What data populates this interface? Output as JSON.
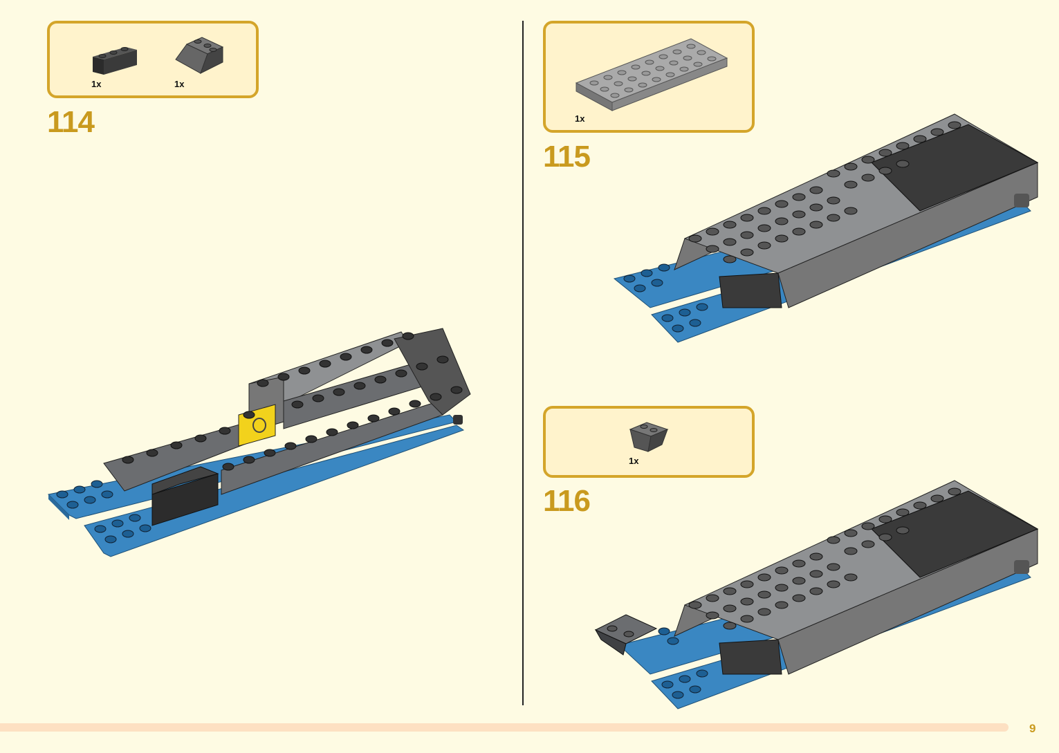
{
  "steps": [
    {
      "number": "114",
      "parts": [
        {
          "qty": "1x",
          "icon": "dark-gray-brick-1x3-icon"
        },
        {
          "qty": "1x",
          "icon": "dark-gray-slope-2x2-icon"
        }
      ]
    },
    {
      "number": "115",
      "parts": [
        {
          "qty": "1x",
          "icon": "light-gray-plate-4x8-icon"
        }
      ]
    },
    {
      "number": "116",
      "parts": [
        {
          "qty": "1x",
          "icon": "dark-gray-inverted-slope-2x2-icon"
        }
      ]
    }
  ],
  "page_number": "9",
  "colors": {
    "background": "#fefbe3",
    "callout_border": "#d4a52a",
    "callout_fill": "#fff3cc",
    "step_number": "#c99a1e",
    "brick_blue": "#3a87c2",
    "brick_dark_gray": "#5e6064",
    "brick_light_gray": "#8f9193",
    "brick_black": "#2c2c2c",
    "brick_yellow": "#f2d21c"
  }
}
